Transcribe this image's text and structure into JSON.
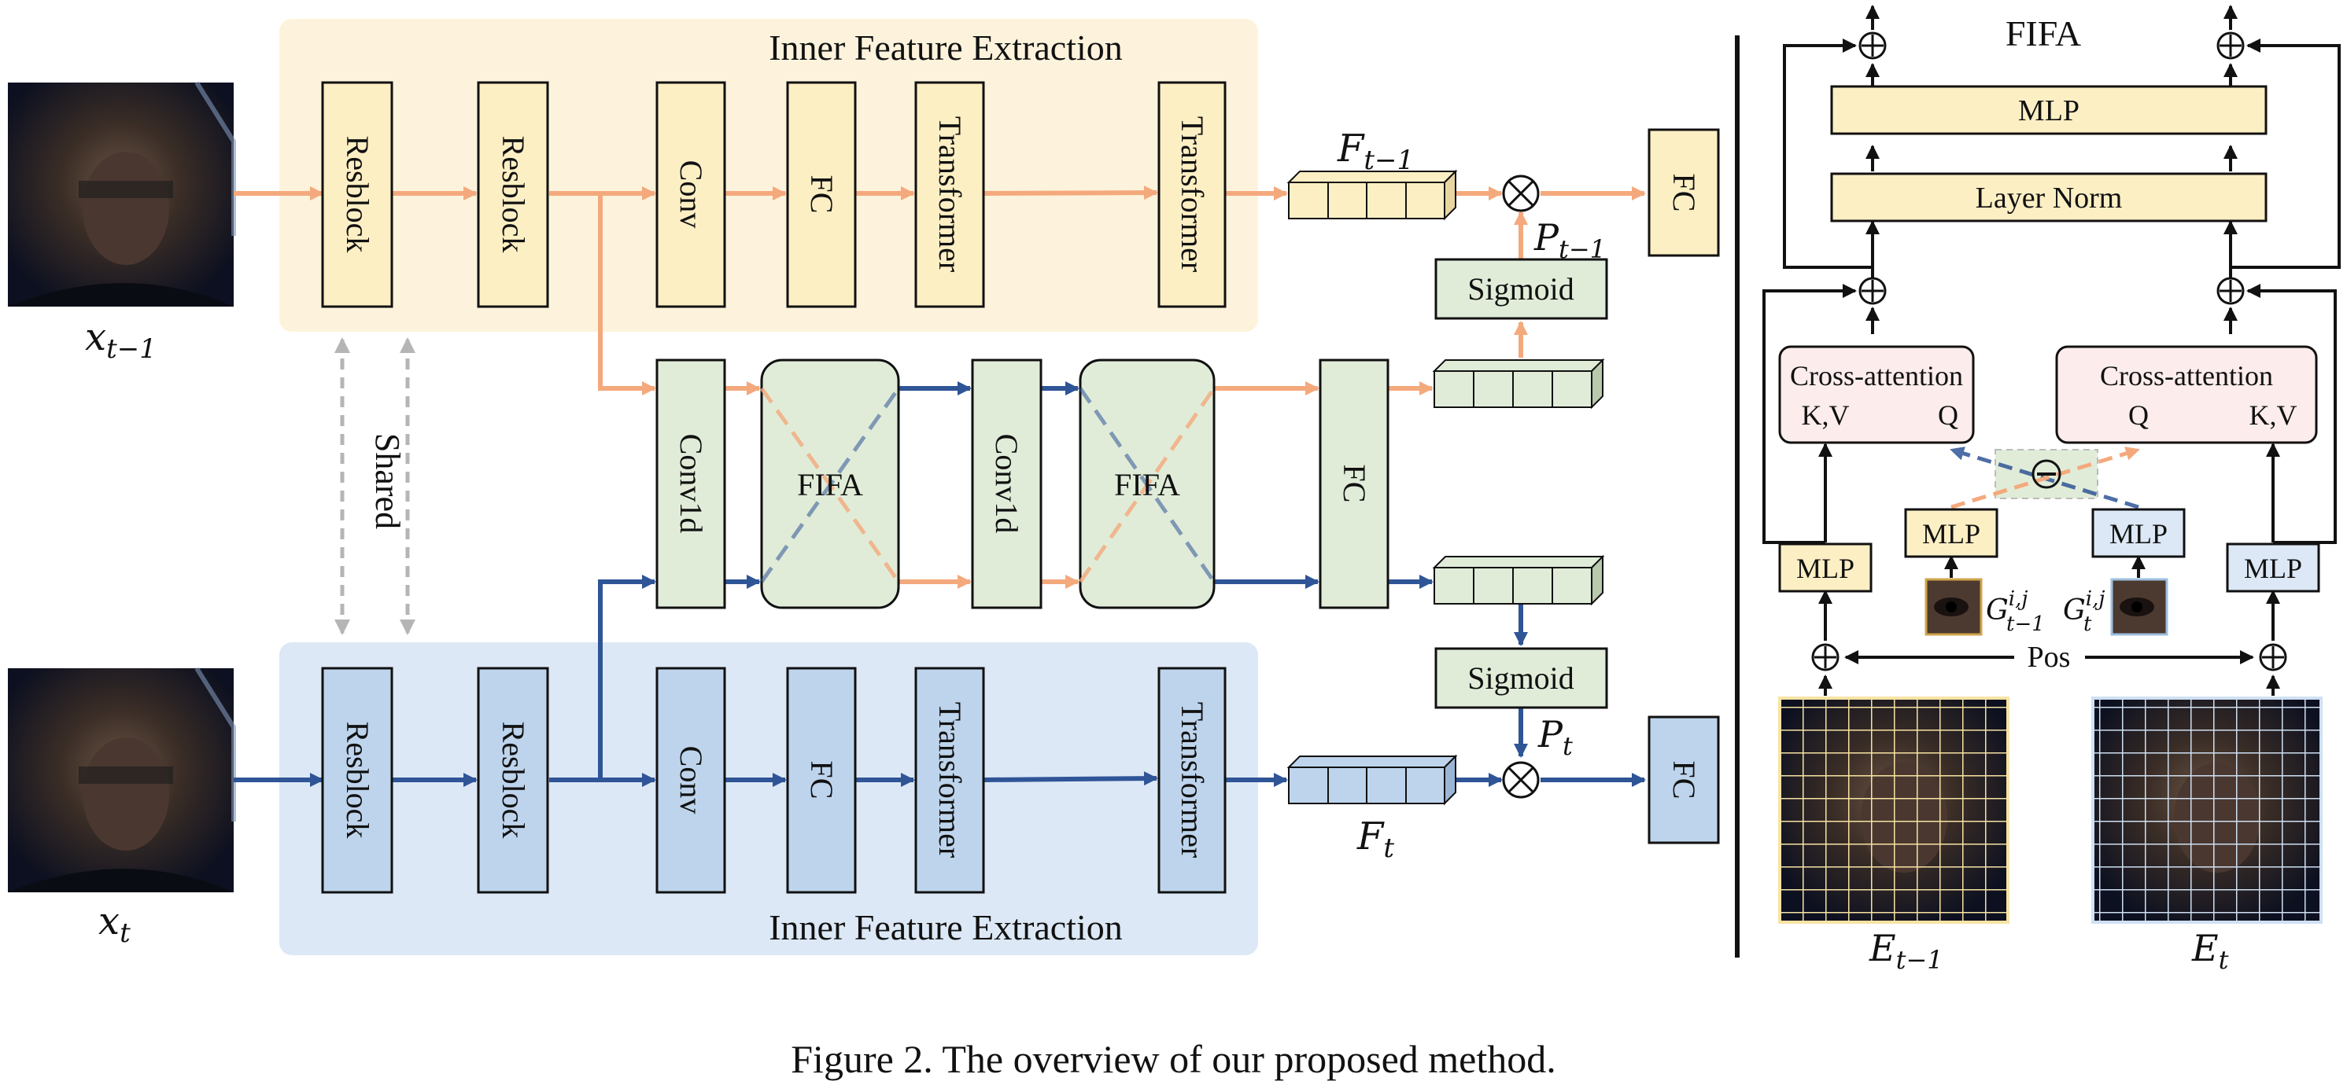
{
  "top_region_title": "Inner Feature Extraction",
  "bottom_region_title": "Inner Feature Extraction",
  "shared_label": "Shared",
  "blocks": {
    "resblock": "Resblock",
    "conv": "Conv",
    "fc": "FC",
    "transformer": "Transformer",
    "conv1d": "Conv1d",
    "fifa": "FIFA",
    "sigmoid": "Sigmoid"
  },
  "symbols": {
    "x_prev": "x",
    "x_prev_sub": "t−1",
    "x_cur": "x",
    "x_cur_sub": "t",
    "f_prev": "F",
    "f_prev_sub": "t−1",
    "f_cur": "F",
    "f_cur_sub": "t",
    "p_prev": "P",
    "p_prev_sub": "t−1",
    "p_cur": "P",
    "p_cur_sub": "t"
  },
  "fifa_panel": {
    "title": "FIFA",
    "mlp": "MLP",
    "layer_norm": "Layer Norm",
    "cross_attention": "Cross-attention",
    "kv": "K,V",
    "q": "Q",
    "pos": "Pos",
    "minus": "⊖",
    "g_prev": "G",
    "g_prev_sup": "i,j",
    "g_prev_sub": "t−1",
    "g_cur": "G",
    "g_cur_sup": "i,j",
    "g_cur_sub": "t",
    "e_prev": "E",
    "e_prev_sub": "t−1",
    "e_cur": "E",
    "e_cur_sub": "t"
  },
  "caption": "Figure 2. The overview of our proposed method.",
  "colors": {
    "orange_arrow": "#f4a97c",
    "blue_arrow": "#2f5597",
    "yellow_region": "#fdf3dc",
    "blue_region": "#dce8f5",
    "yellow_block": "#fdefc4",
    "blue_block": "#bdd4ec",
    "green_block": "#e0ecd8",
    "pink_block": "#fdecec",
    "dashed_gray": "#b5b5b5"
  }
}
